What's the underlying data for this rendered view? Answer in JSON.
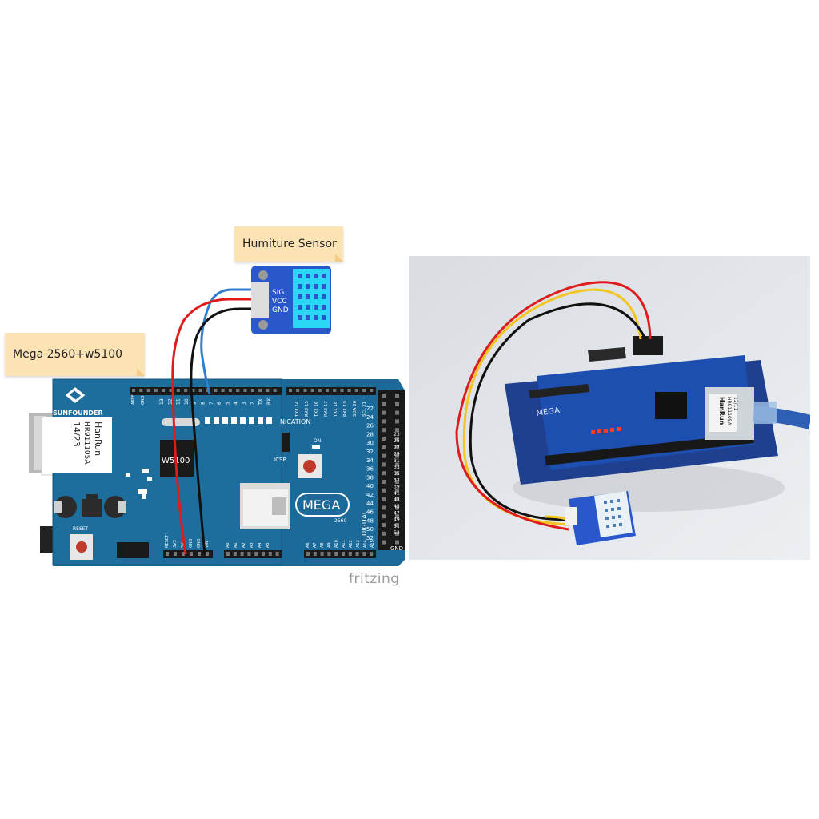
{
  "labels": {
    "board": "Mega 2560+w5100",
    "sensor": "Humiture Sensor"
  },
  "sensor_pins": [
    "SIG",
    "VCC",
    "GND"
  ],
  "board_text": {
    "brand": "SUNFOUNDER",
    "jack_maker": "HanRun",
    "jack_part": "HR911105A",
    "jack_date": "14/23",
    "chip": "W5100",
    "icsp": "ICSP",
    "reset": "RESET",
    "on": "ON",
    "logo": "MEGA",
    "logo_sub": "2560",
    "comm": "NICATION",
    "digital": "DIGITAL",
    "gnd": "GND",
    "aref": "AREF",
    "top_pins": [
      "13",
      "12",
      "11",
      "10",
      "9",
      "8",
      "7",
      "6",
      "5",
      "4",
      "3",
      "2",
      "TX",
      "RX"
    ],
    "comm_pins": [
      "TX3 14",
      "RX3 15",
      "TX2 16",
      "RX2 17",
      "TX1 18",
      "RX1 19",
      "SDA 20",
      "SCL 21"
    ],
    "bottom_power": [
      "RESET",
      "3V3",
      "5V",
      "GND",
      "GND",
      "VIN"
    ],
    "analog_pins": [
      "A0",
      "A1",
      "A2",
      "A3",
      "A4",
      "A5",
      "A6",
      "A7",
      "A8",
      "A9",
      "A10",
      "A11",
      "A12",
      "A13",
      "A14",
      "A15"
    ],
    "right_numbers": [
      "22",
      "24",
      "26",
      "28",
      "30",
      "32",
      "34",
      "36",
      "38",
      "40",
      "42",
      "44",
      "46",
      "48",
      "50",
      "52"
    ],
    "right_numbers_outer": [
      "23",
      "25",
      "27",
      "29",
      "31",
      "33",
      "35",
      "37",
      "39",
      "41",
      "43",
      "45",
      "47",
      "49",
      "51",
      "53"
    ]
  },
  "watermark": "fritzing",
  "photo_text": {
    "jack_maker": "HanRun",
    "jack_part": "HR911105A",
    "jack_date": "12/11",
    "logo": "MEGA"
  },
  "colors": {
    "board": "#1c6a99",
    "sensor": "#2a57c9",
    "sensor_window": "#2ad8f6",
    "note": "#fbe3b3",
    "wire_signal": "#2f7fd0",
    "wire_vcc": "#e01b1b",
    "wire_gnd": "#111111",
    "wire_photo_signal": "#f3c521"
  }
}
